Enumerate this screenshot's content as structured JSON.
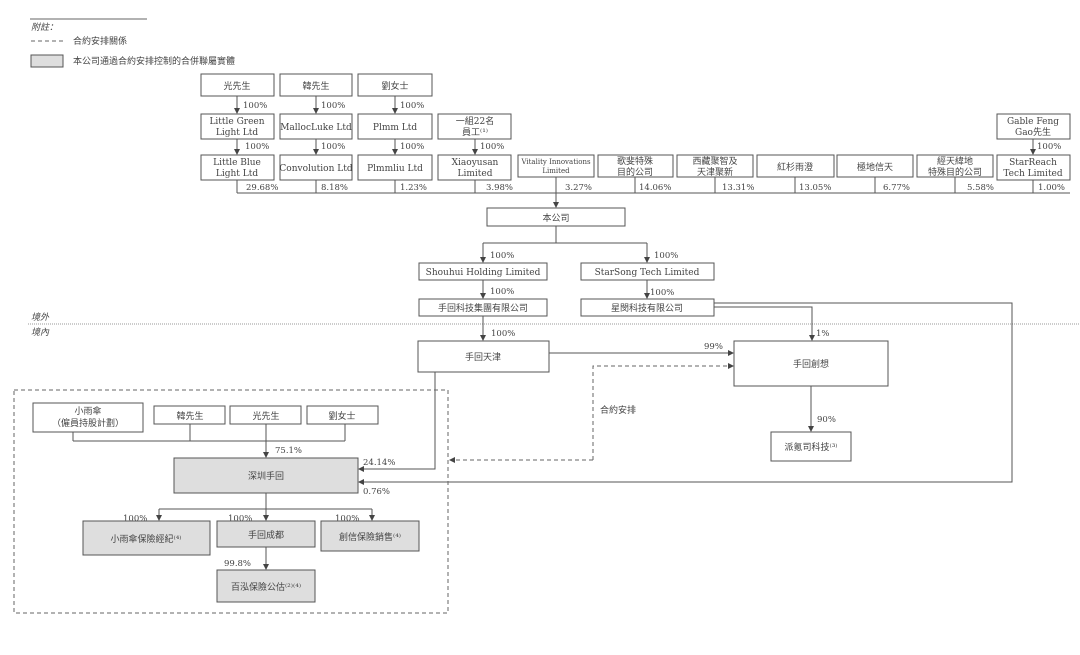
{
  "legend": {
    "title": "附註：",
    "dashed_label": "合約安排關係",
    "gray_label": "本公司通過合約安排控制的合併聯屬實體"
  },
  "region_labels": {
    "offshore": "境外",
    "onshore": "境內"
  },
  "top_individuals": [
    {
      "name": "光先生",
      "pct": "100%"
    },
    {
      "name": "韓先生",
      "pct": "100%"
    },
    {
      "name": "劉女士",
      "pct": "100%"
    }
  ],
  "mid_holdcos": [
    {
      "name_1": "Little Green",
      "name_2": "Light Ltd",
      "pct": "100%"
    },
    {
      "name_1": "MallocLuke Ltd",
      "name_2": "",
      "pct": "100%"
    },
    {
      "name_1": "Plmm Ltd",
      "name_2": "",
      "pct": "100%"
    },
    {
      "name_1": "一組22名",
      "name_2": "員工⁽¹⁾",
      "pct": "100%"
    }
  ],
  "gable": {
    "name_1": "Gable Feng",
    "name_2": "Gao先生",
    "pct": "100%"
  },
  "shareholders": [
    {
      "name_1": "Little Blue",
      "name_2": "Light Ltd",
      "pct": "29.68%"
    },
    {
      "name_1": "Convolution Ltd",
      "name_2": "",
      "pct": "8.18%"
    },
    {
      "name_1": "Plmmliu Ltd",
      "name_2": "",
      "pct": "1.23%"
    },
    {
      "name_1": "Xiaoyusan",
      "name_2": "Limited",
      "pct": "3.98%"
    },
    {
      "name_1": "Vitality Innovations",
      "name_2": "Limited",
      "pct": "3.27%"
    },
    {
      "name_1": "歌斐特殊",
      "name_2": "目的公司",
      "pct": "14.06%"
    },
    {
      "name_1": "西藏聚智及",
      "name_2": "天津聚新",
      "pct": "13.31%"
    },
    {
      "name_1": "紅杉雨澄",
      "name_2": "",
      "pct": "13.05%"
    },
    {
      "name_1": "極地信天",
      "name_2": "",
      "pct": "6.77%"
    },
    {
      "name_1": "經天緯地",
      "name_2": "特殊目的公司",
      "pct": "5.58%"
    },
    {
      "name_1": "StarReach",
      "name_2": "Tech Limited",
      "pct": "1.00%"
    }
  ],
  "company": "本公司",
  "offshore_subs": {
    "shouhui_holding": {
      "name": "Shouhui Holding Limited",
      "pct": "100%"
    },
    "starsong": {
      "name": "StarSong Tech Limited",
      "pct": "100%"
    },
    "shouhui_group": {
      "name": "手回科技集團有限公司",
      "pct": "100%"
    },
    "xingmin": {
      "name": "星閔科技有限公司",
      "pct": "100%"
    }
  },
  "onshore": {
    "tianjin": {
      "name": "手回天津",
      "pct": "100%"
    },
    "chuangxiang": {
      "name": "手回創想",
      "pct_from_tianjin": "99%",
      "pct_from_xingmin": "1%"
    },
    "paiqi": {
      "name": "派氪司科技⁽³⁾",
      "pct": "90%"
    },
    "contract_label": "合約安排"
  },
  "vie": {
    "holders": [
      "小雨傘",
      "（僱員持股計劃）",
      "韓先生",
      "光先生",
      "劉女士"
    ],
    "holders_pct": "75.1%",
    "shenzhen": "深圳手回",
    "pct_from_tianjin": "24.14%",
    "pct_from_xingmin": "0.76%",
    "subs": [
      {
        "name": "小雨傘保險經紀⁽⁴⁾",
        "pct": "100%"
      },
      {
        "name": "手回成都",
        "pct": "100%"
      },
      {
        "name": "創信保險銷售⁽⁴⁾",
        "pct": "100%"
      }
    ],
    "baihong": {
      "name": "百泓保險公估⁽²⁾⁽⁴⁾",
      "pct": "99.8%"
    }
  }
}
